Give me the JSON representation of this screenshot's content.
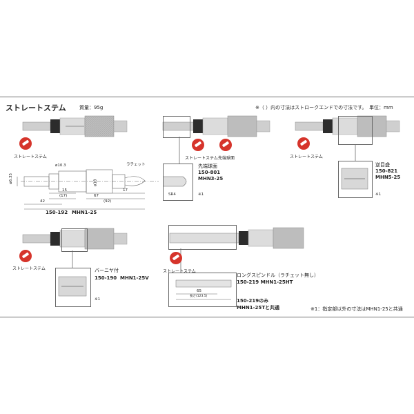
{
  "header": {
    "title": "ストレートステム",
    "mass": "質量：95g",
    "note": "※（  ）内の寸法はストロークエンドでの寸法です。",
    "unit": "単位：mm"
  },
  "icons": {
    "straight_stem": "ストレートステム",
    "tip_spherical": "先端球面"
  },
  "main_model": {
    "code": "150-192",
    "name": "MHN1-25",
    "dims": {
      "d_stem": "ø6.35",
      "d_spindle": "ø10.3",
      "thimble": "ø18",
      "ratchet": "ラチェット",
      "d15": "15",
      "d17a": "(17)",
      "d67": "67",
      "d17b": "17",
      "d42": "42",
      "d92": "(92)"
    }
  },
  "model_801": {
    "desc": "先端球面",
    "code": "150-801",
    "name": "MHN3-25",
    "detail": "SR4",
    "note": "※1"
  },
  "model_821": {
    "desc": "逆目盛",
    "code": "150-821",
    "name": "MHN5-25",
    "note": "※1"
  },
  "model_190": {
    "desc": "バーニヤ付",
    "code": "150-190",
    "name": "MHN1-25V",
    "note": "※1"
  },
  "model_219": {
    "desc": "ロングスピンドル（ラチェット無し）",
    "code_line": "150-219   MHN1-25HT",
    "only": "150-219のみ",
    "shared": "MHN1-25Tと共通",
    "dim1": "65",
    "dim2": "長さ(123.5)"
  },
  "footnote": "※1：指定部以外の寸法はMHN1-25と共通"
}
